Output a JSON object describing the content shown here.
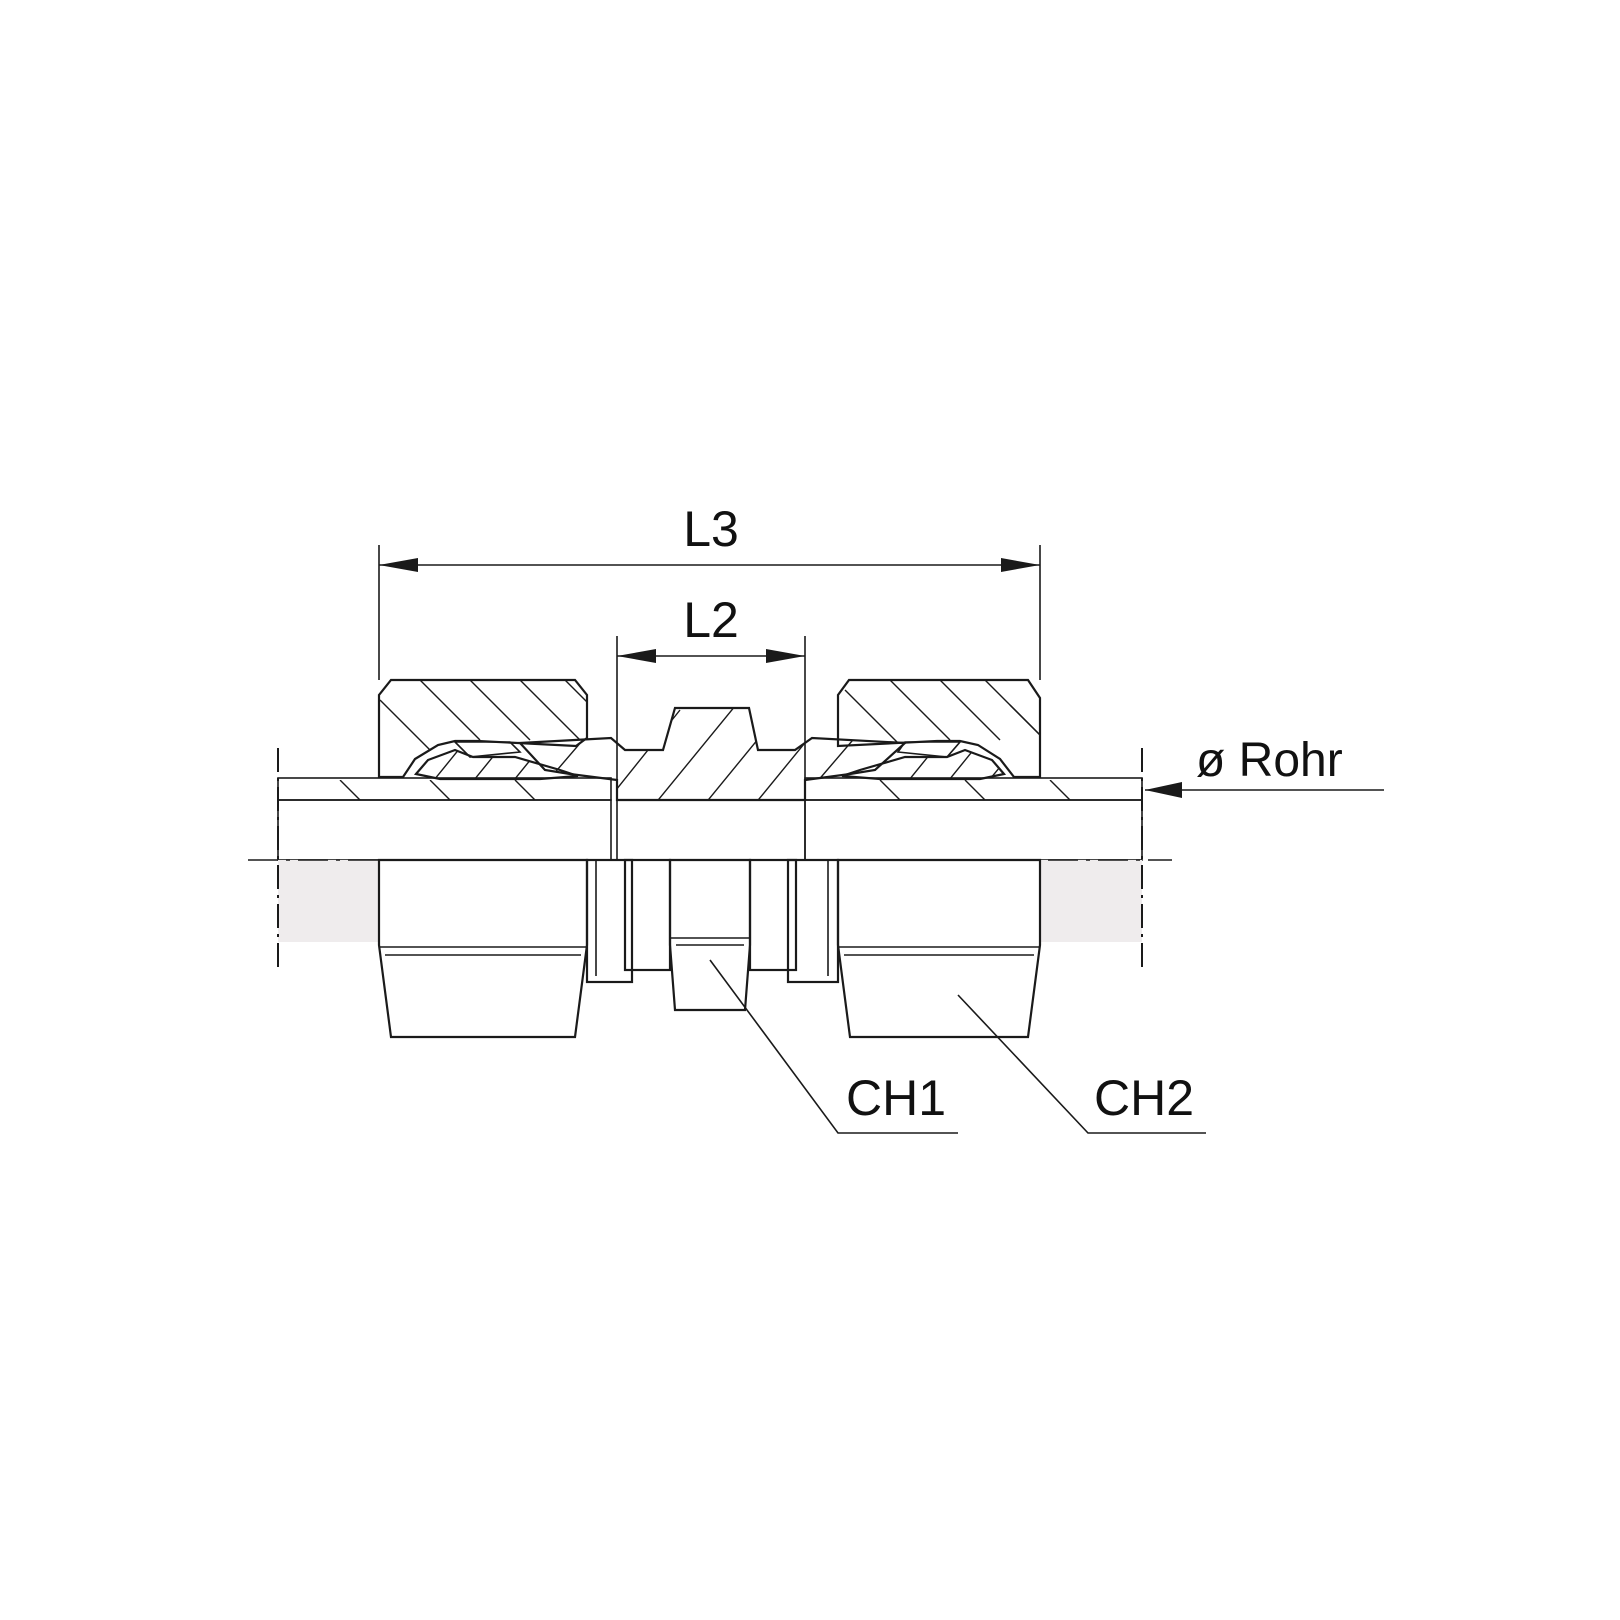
{
  "labels": {
    "l3": "L3",
    "l2": "L2",
    "tube_od": "ø Rohr",
    "ch1": "CH1",
    "ch2": "CH2"
  },
  "colors": {
    "nut_section": "#6a9fd4",
    "body_section": "#86cdea",
    "ring_section": "#b8488a",
    "tube": "#efeced",
    "bore": "#97a3c5",
    "brass": "#fded63",
    "lines": "#1a1a1a",
    "background": "#ffffff"
  }
}
